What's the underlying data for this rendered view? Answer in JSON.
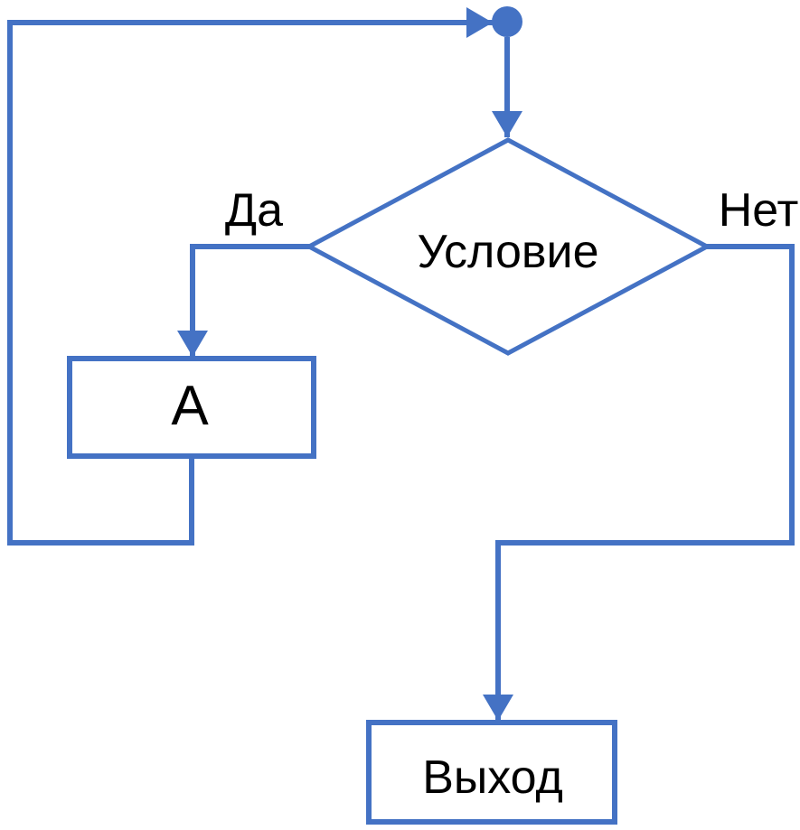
{
  "diagram": {
    "type": "flowchart-loop",
    "colors": {
      "accent": "#4472C4",
      "text": "#000000",
      "background": "#ffffff"
    },
    "nodes": {
      "junction": {
        "shape": "filled-circle",
        "label": ""
      },
      "decision": {
        "shape": "diamond",
        "label": "Условие"
      },
      "body": {
        "shape": "rectangle",
        "label": "А"
      },
      "exit": {
        "shape": "rectangle",
        "label": "Выход"
      }
    },
    "branches": {
      "yes_label": "Да",
      "no_label": "Нет"
    }
  }
}
